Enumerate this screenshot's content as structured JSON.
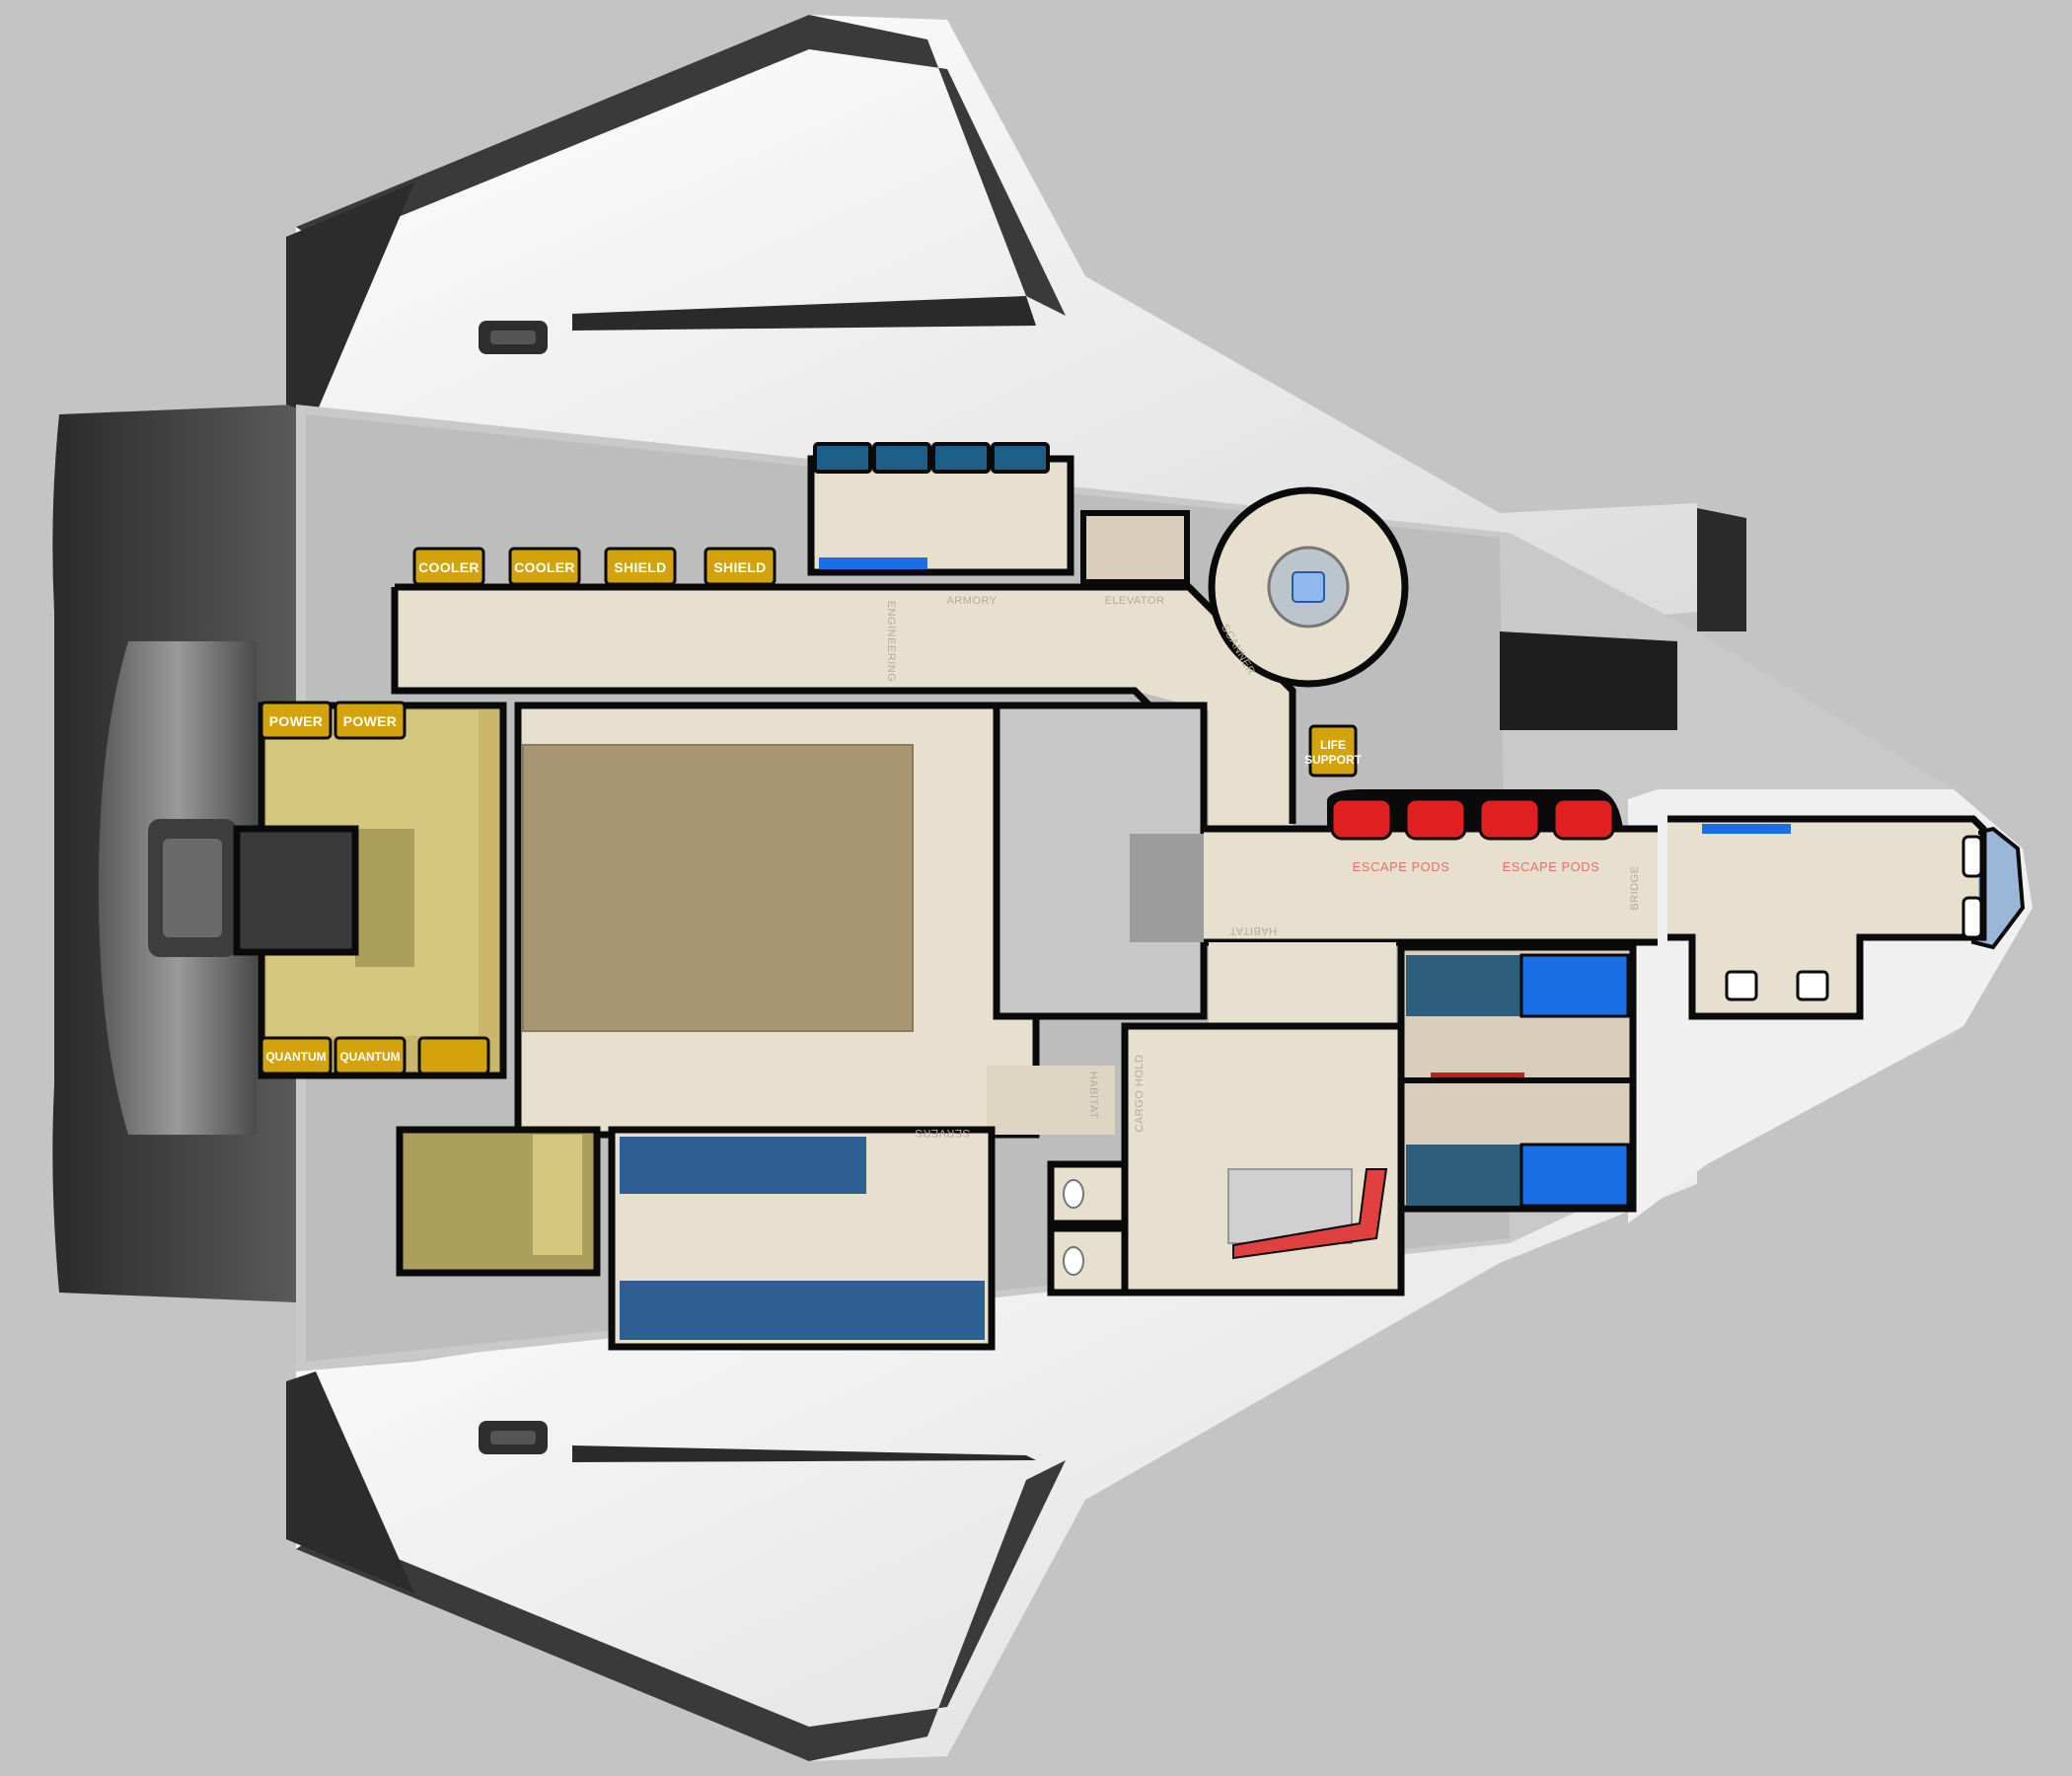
{
  "diagram": {
    "modules": {
      "cooler_1": "COOLER",
      "cooler_2": "COOLER",
      "shield_1": "SHIELD",
      "shield_2": "SHIELD",
      "power_1": "POWER",
      "power_2": "POWER",
      "quantum_1": "QUANTUM",
      "quantum_2": "QUANTUM",
      "life_support_line1": "LIFE",
      "life_support_line2": "SUPPORT"
    },
    "rooms": {
      "armory": "ARMORY",
      "elevator": "ELEVATOR",
      "engineering": "ENGINEERING",
      "scanner": "SCANNER",
      "habitat_upper": "HABITAT",
      "habitat_lower": "HABITAT",
      "cargo_hold": "CARGO HOLD",
      "servers": "SERVERS",
      "bridge": "BRIDGE",
      "escape_pods_1": "ESCAPE PODS",
      "escape_pods_2": "ESCAPE PODS"
    },
    "colors": {
      "module": "#d4a20a",
      "floor": "#e8e0ce",
      "wall": "#0a0a0a",
      "hull_white": "#f2f2f2",
      "hull_dark": "#3a3a3a",
      "cargo": "#2f5e93",
      "escape_pod": "#e02020",
      "bed_blue": "#1a6fe6"
    }
  }
}
